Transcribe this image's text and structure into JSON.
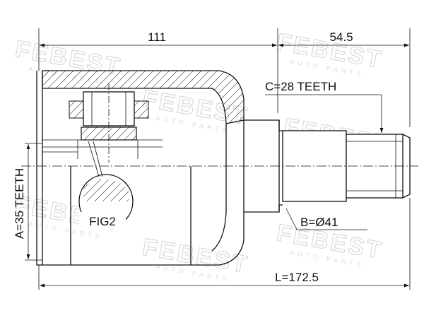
{
  "watermark": {
    "brand": "FEBEST",
    "tagline": "AUTO PARTS"
  },
  "dimensions": {
    "housing_length": "111",
    "shaft_length": "54.5",
    "total_length": "L=172.5",
    "shaft_diameter": "B=Ø41",
    "outer_teeth": "C=28 TEETH",
    "inner_teeth": "A=35 TEETH"
  },
  "figure_label": "FIG2"
}
